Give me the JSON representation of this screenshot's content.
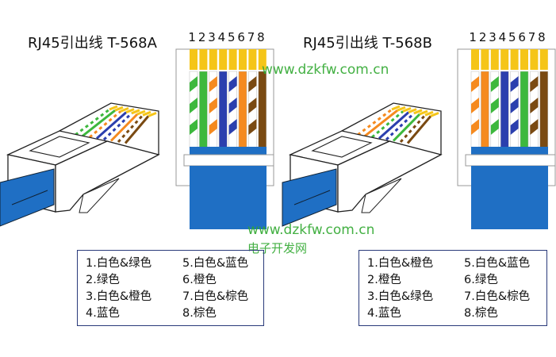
{
  "watermarks": {
    "url": "www.dzkfw.com.cn",
    "site": "电子开发网"
  },
  "colors": {
    "white": "#ffffff",
    "green": "#3db83d",
    "orange": "#f58a1f",
    "blue": "#2b3fae",
    "brown": "#7a4a12",
    "gold": "#f5c518",
    "cable": "#1f6fc4"
  },
  "panels": [
    {
      "title": "RJ45引出线 T-568A",
      "pins": [
        "1",
        "2",
        "3",
        "4",
        "5",
        "6",
        "7",
        "8"
      ],
      "wires": [
        {
          "color": "green",
          "striped": true
        },
        {
          "color": "green",
          "striped": false
        },
        {
          "color": "orange",
          "striped": true
        },
        {
          "color": "blue",
          "striped": false
        },
        {
          "color": "blue",
          "striped": true
        },
        {
          "color": "orange",
          "striped": false
        },
        {
          "color": "brown",
          "striped": true
        },
        {
          "color": "brown",
          "striped": false
        }
      ],
      "legend": [
        "1.白色&绿色",
        "2.绿色",
        "3.白色&橙色",
        "4.蓝色",
        "5.白色&蓝色",
        "6.橙色",
        "7.白色&棕色",
        "8.棕色"
      ]
    },
    {
      "title": "RJ45引出线 T-568B",
      "pins": [
        "1",
        "2",
        "3",
        "4",
        "5",
        "6",
        "7",
        "8"
      ],
      "wires": [
        {
          "color": "orange",
          "striped": true
        },
        {
          "color": "orange",
          "striped": false
        },
        {
          "color": "green",
          "striped": true
        },
        {
          "color": "blue",
          "striped": false
        },
        {
          "color": "blue",
          "striped": true
        },
        {
          "color": "green",
          "striped": false
        },
        {
          "color": "brown",
          "striped": true
        },
        {
          "color": "brown",
          "striped": false
        }
      ],
      "legend": [
        "1.白色&橙色",
        "2.橙色",
        "3.白色&绿色",
        "4.蓝色",
        "5.白色&蓝色",
        "6.绿色",
        "7.白色&棕色",
        "8.棕色"
      ]
    }
  ]
}
